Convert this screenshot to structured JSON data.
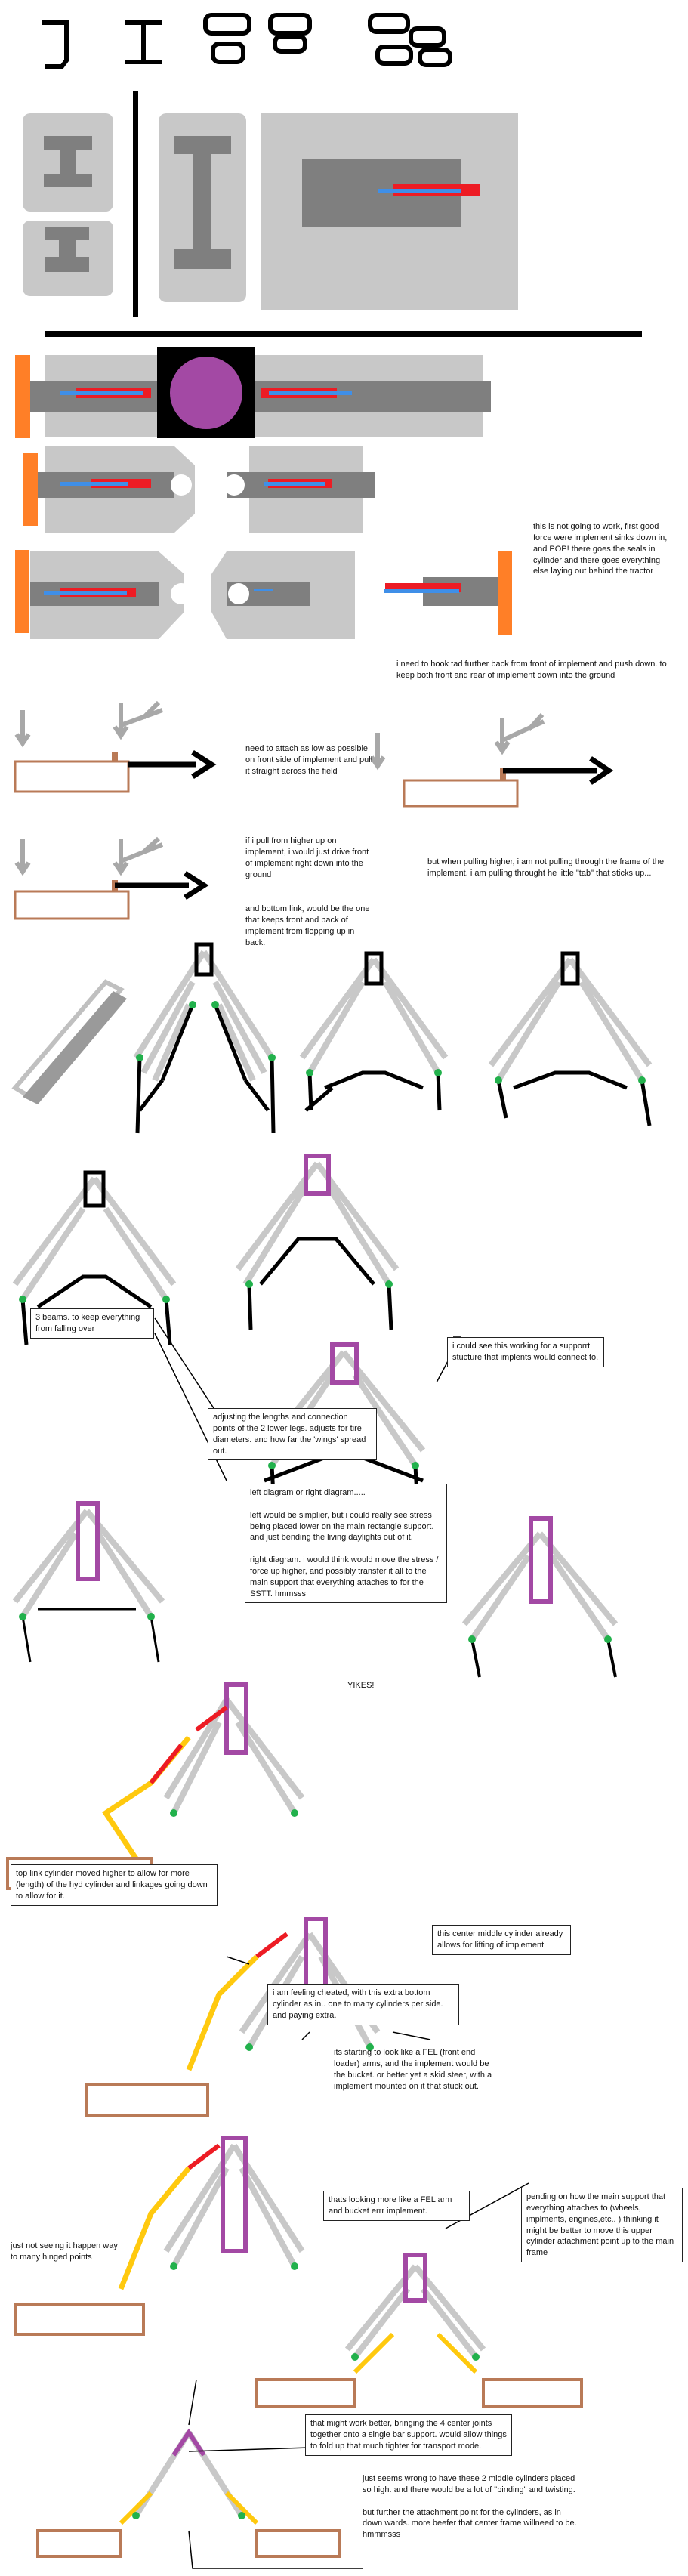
{
  "notes": {
    "pop": "this is not going to work, first good force were implement sinks down in, and POP! there goes the seals in cylinder and there goes everything else laying out behind the tractor",
    "hook_back": "i need to hook tad further back from front of implement and push down. to keep both front and rear of implement down into the ground",
    "attach_low": "need to attach as low as possible on front side of implement and pull it straight across the field",
    "pull_higher": "if i pull from higher up on implement, i would just drive front of implement right down into the ground",
    "bottom_link": "and bottom link, would be the one that  keeps front and back of implement from flopping up in back.",
    "pulling_higher": "but when pulling higher, i am not pulling through the frame of the implement. i am pulling throught he little \"tab\" that sticks up...",
    "three_beams": "3 beams. to keep everything from falling over",
    "support_structure": "i could see this working for a supporrt stucture that implents would connect to.",
    "adjusting": "adjusting the lengths and connection points of the 2 lower legs.  adjusts for tire diameters.  and how far the 'wings' spread out.",
    "left_right": "left diagram or right diagram.....\n\nleft would be simplier, but i could really see stress being placed lower on the main rectangle support.  and just bending the living daylights out of it.\n\nright diagram. i would think would move the stress / force up higher, and possibly transfer it all to the main support that everything attaches to for the SSTT.   hmmsss",
    "yikes": "YIKES!",
    "top_link": "top link cylinder moved higher to allow for more (length) of the hyd cylinder and linkages going down to allow for it.",
    "center_middle": "this center middle cylinder already allows for lifting of implement",
    "cheated": "i am feeling cheated,  with this extra bottom cylinder as in.. one to many cylinders per side. and paying extra.",
    "fel": "its starting to look like a FEL (front end loader)  arms,  and the implement would be the bucket.  or better yet a skid steer, with a implement mounted on it that stuck out.",
    "fel_arm": "thats looking more like a FEL arm and bucket errr implement.",
    "pending": "pending on how the main support that everything attaches to (wheels, implments, engines,etc.. )  thinking it might be better to move this upper cylinder attachment point up to the main frame",
    "not_seeing": "just not seeing it happen way to many hinged points",
    "four_center": "that might work better, bringing the 4 center joints together onto a single bar support. would allow things to fold up that much tighter for transport mode.",
    "wrong": "just seems wrong to have these 2 middle cylinders placed so high.  and there would be a lot of \"binding\" and twisting.\n\nbut further the attachment point for the cylinders, as in down wards. more beefer that center frame willneed to be.  hmmmsss"
  },
  "colors": {
    "light_gray": "#c8c8c8",
    "dark_gray": "#7f7f7f",
    "red": "#ed1c24",
    "blue": "#3f8fe8",
    "orange": "#ff7f27",
    "purple": "#a349a4",
    "green": "#22b14c",
    "yellow": "#ffc90e",
    "brown": "#b97a57",
    "black": "#000000"
  }
}
